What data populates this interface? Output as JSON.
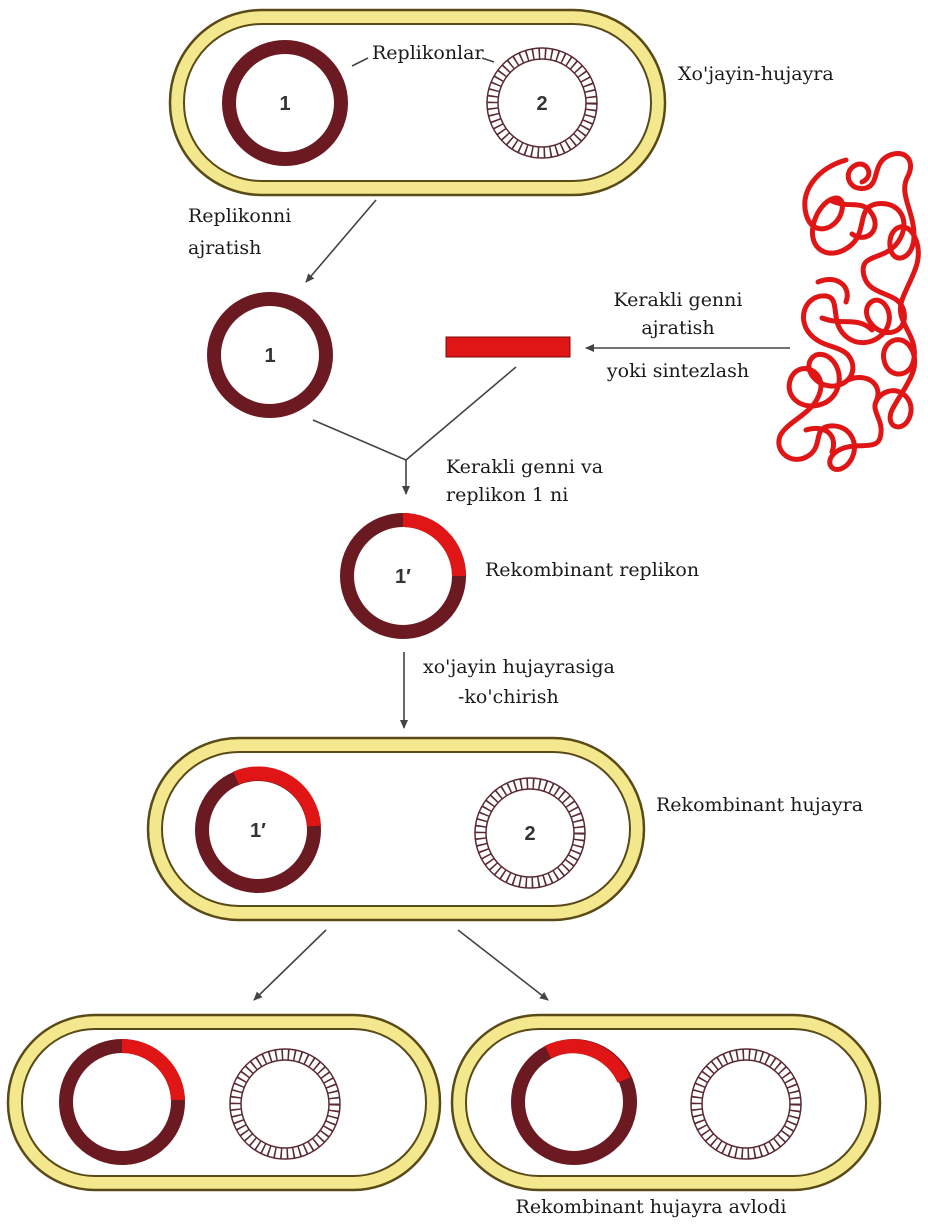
{
  "colors": {
    "cell_wall": "#f3e88d",
    "cell_wall_stroke": "#5a4a18",
    "replicon": "#6b1a22",
    "gene": "#e01616",
    "replicon2": "#5a2a32",
    "arrow": "#444444"
  },
  "labels": {
    "replikonlar": "Replikonlar",
    "host_cell": "Xo'jayin-hujayra",
    "isolate_replicon_1": "Replikonni",
    "isolate_replicon_2": "ajratish",
    "gene_isolate_1": "Kerakli genni",
    "gene_isolate_2": "ajratish",
    "gene_isolate_3": "yoki sintezlash",
    "join_1": "Kerakli genni va",
    "join_2": "replikon 1 ni",
    "recombinant_replicon": "Rekombinant replikon",
    "transfer_1": "xo'jayin hujayrasiga",
    "transfer_2": "-ko'chirish",
    "recombinant_cell": "Rekombinant hujayra",
    "progeny": "Rekombinant hujayra  avlodi"
  },
  "numbers": {
    "r1": "1",
    "r2": "2",
    "r1_prime": "1′"
  },
  "icons": {
    "dna_coil": "dna-coil-icon"
  }
}
